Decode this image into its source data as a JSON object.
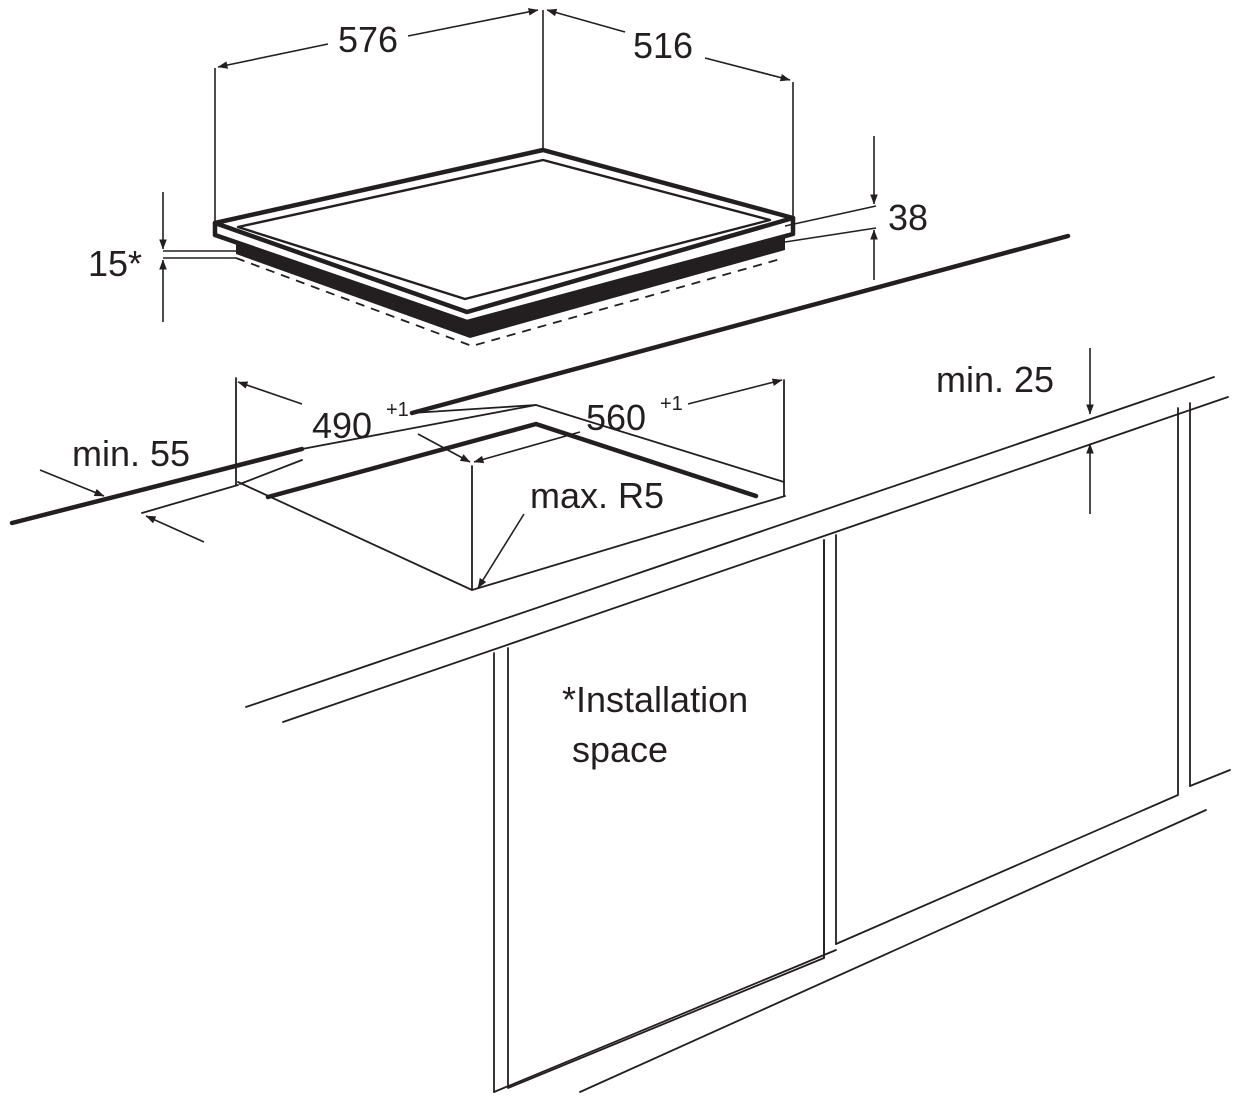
{
  "labels": {
    "width_576": "576",
    "depth_516": "516",
    "height_38": "38",
    "space_15": "15*",
    "cutout_490": "490",
    "cutout_490_tol": "+1",
    "cutout_560": "560",
    "cutout_560_tol": "+1",
    "min_55": "min. 55",
    "min_25": "min. 25",
    "max_r5": "max. R5",
    "note_line1": "*Installation",
    "note_line2": "space"
  }
}
